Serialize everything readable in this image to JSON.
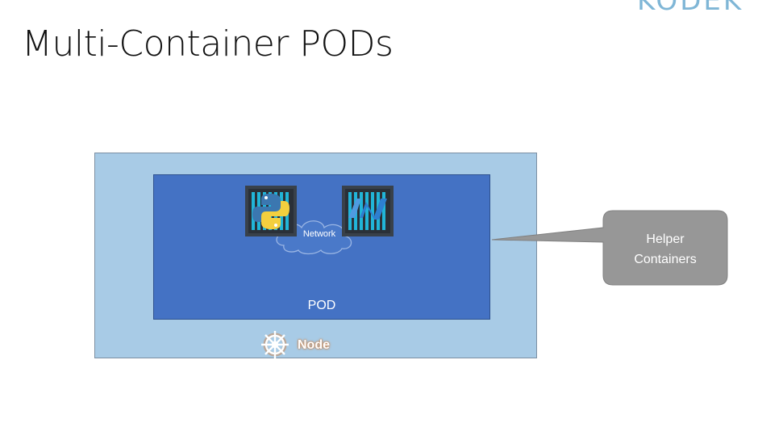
{
  "slide": {
    "title": "Multi-Container PODs",
    "logo_text": "KODEK"
  },
  "diagram": {
    "node_label": "Node",
    "pod_label": "POD",
    "network_label": "Network",
    "callout_text_line1": "Helper",
    "callout_text_line2": "Containers",
    "containers": [
      {
        "icon": "python-icon"
      },
      {
        "icon": "dotnet-icon"
      }
    ],
    "colors": {
      "node_bg": "#a8cbe6",
      "pod_bg": "#4472c4",
      "callout_bg": "#979797",
      "node_label_glow": "#c98a5a"
    }
  }
}
